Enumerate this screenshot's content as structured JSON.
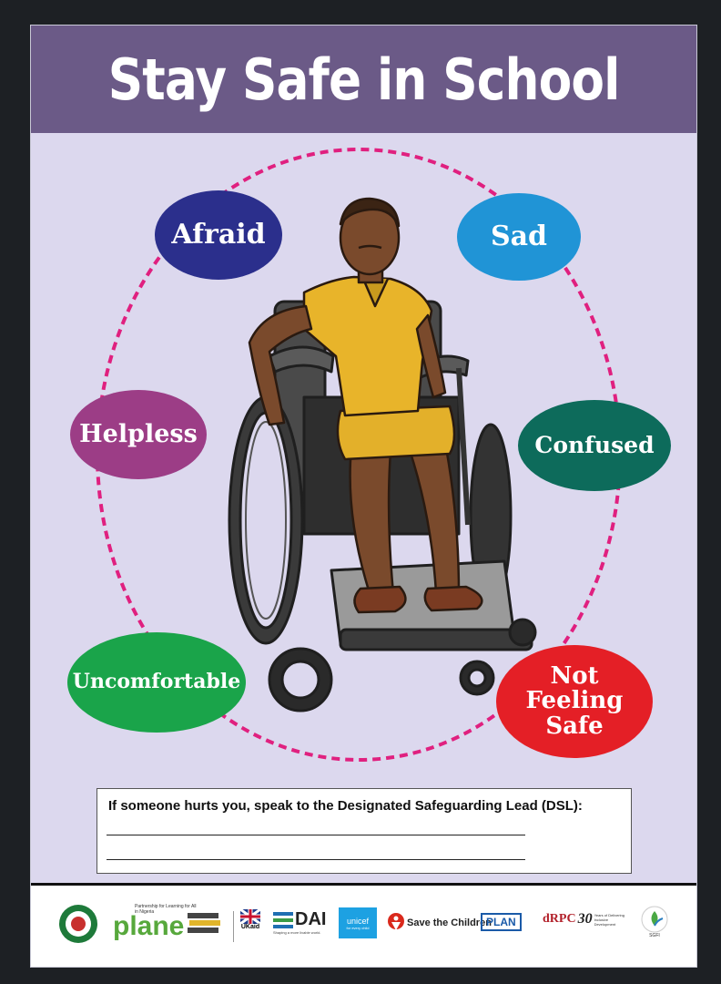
{
  "title": "Stay Safe in School",
  "emotions": {
    "afraid": "Afraid",
    "sad": "Sad",
    "helpless": "Helpless",
    "confused": "Confused",
    "uncomfortable": "Uncomfortable",
    "not_feeling_safe": [
      "Not",
      "Feeling",
      "Safe"
    ]
  },
  "colors": {
    "title_band": "#6b5a87",
    "afraid": "#2b2f8c",
    "sad": "#2094d6",
    "helpless": "#9c3d86",
    "confused": "#0d6b5b",
    "uncomfortable": "#1aa44a",
    "not_feeling_safe": "#e41f26",
    "dotted_ring": "#e0207f"
  },
  "dsl_prompt": "If someone hurts you, speak to the Designated Safeguarding Lead (DSL):",
  "footer": {
    "logos": {
      "plane": "plane",
      "plane_tagline": "Partnership for Learning for All in Nigeria",
      "ukaid": "UKaid",
      "dai": "DAI",
      "dai_tagline": "Shaping a more livable world.",
      "unicef": "unicef",
      "unicef_tagline": "for every child",
      "save_the_children": "Save the Children",
      "plan": "PLAN",
      "drpc": "dRPC",
      "drpc_years": "30",
      "drpc_tagline": "Years of Delivering Inclusive Development",
      "sgfl": "SGFI"
    }
  }
}
